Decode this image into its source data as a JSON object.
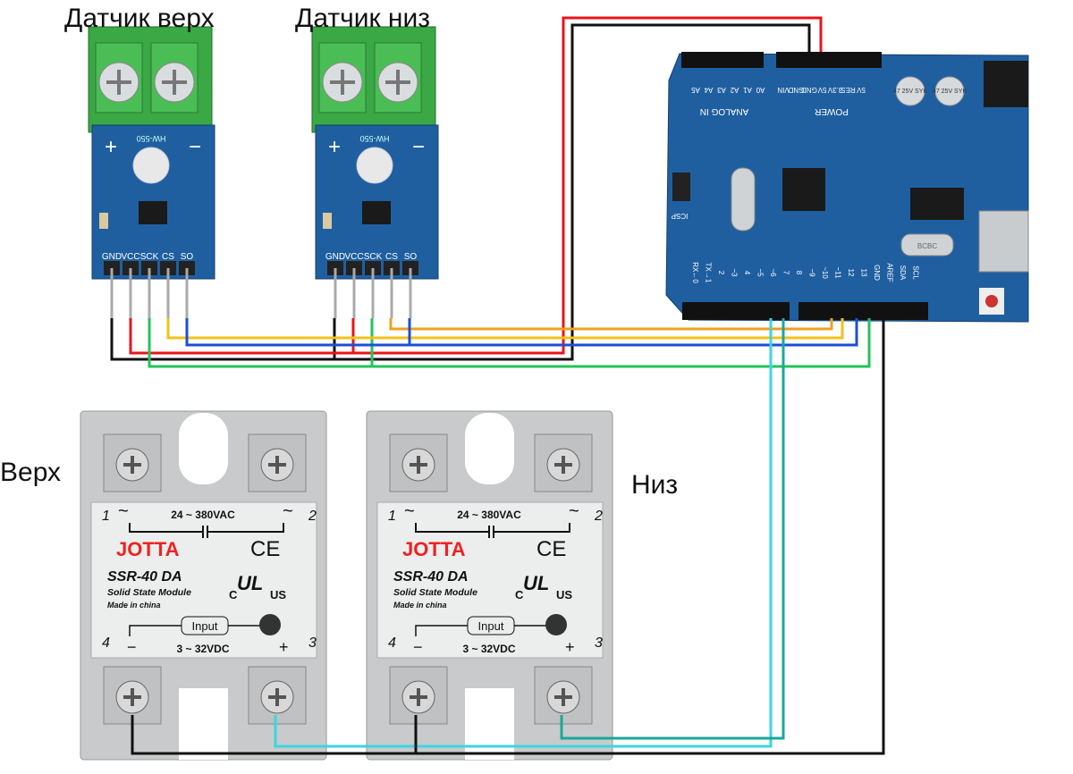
{
  "labels": {
    "sensor_top": "Датчик верх",
    "sensor_bottom": "Датчик низ",
    "relay_top": "Верх",
    "relay_bottom": "Низ"
  },
  "sensor": {
    "model": "HW-550",
    "plus": "+",
    "minus": "−",
    "pins": [
      "GND",
      "VCC",
      "SCK",
      "CS",
      "SO"
    ]
  },
  "arduino": {
    "analog_pins": [
      "A5",
      "A4",
      "A3",
      "A2",
      "A1",
      "A0"
    ],
    "power_pins": [
      "VIN",
      "GND",
      "GND",
      "5V",
      "3.3V",
      "RES",
      "5V"
    ],
    "analog_title": "ANALOG IN",
    "power_title": "POWER",
    "digital_pins": [
      "RX←0",
      "TX→1",
      "2",
      "~3",
      "4",
      "~5",
      "~6",
      "7",
      "8",
      "~9",
      "~10",
      "~11",
      "12",
      "13",
      "GND",
      "AREF",
      "SDA",
      "SCL"
    ],
    "cap_label": "47 25V SYK",
    "crystal_label": "BCBC",
    "icsp": "ICSP"
  },
  "relay": {
    "brand": "JOTTA",
    "model": "SSR-40 DA",
    "desc": "Solid State Module",
    "made": "Made in china",
    "ac_range": "24 ~ 380VAC",
    "dc_range": "3 ~ 32VDC",
    "input": "Input",
    "t1": "1",
    "t2": "2",
    "t3": "3",
    "t4": "4",
    "tilde": "~",
    "minus": "−",
    "plus": "+",
    "ce": "CE",
    "ul_c": "C",
    "ul_us": "US",
    "ul": "UL"
  },
  "colors": {
    "gnd": "#111111",
    "vcc": "#e8141b",
    "sck": "#22c45a",
    "cs_top": "#f2c21a",
    "cs_bottom": "#f0a020",
    "so": "#1a4fd8",
    "ctrl_top": "#3ad6e0",
    "ctrl_bottom": "#1aa89a",
    "pcb": "#1f5fa0",
    "terminal": "#3aa845"
  }
}
